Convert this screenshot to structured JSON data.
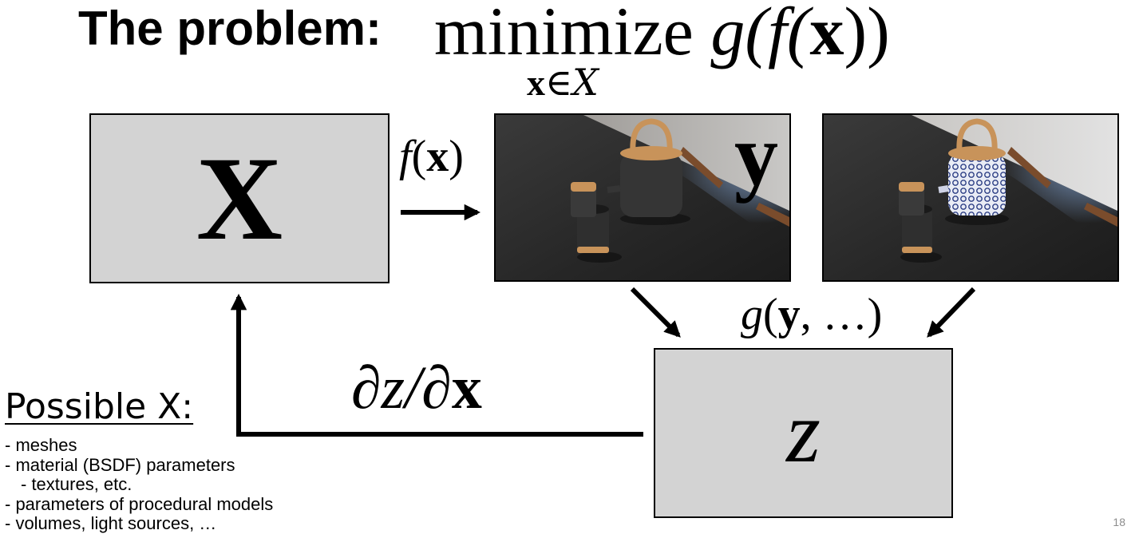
{
  "title": {
    "label": "The problem:",
    "operator": "minimize",
    "objective_prefix": "g(f(",
    "objective_var": "x",
    "objective_suffix": "))",
    "constraint_var": "x",
    "constraint_rel": "∈",
    "constraint_set": "X"
  },
  "input_box": {
    "label": "X"
  },
  "forward_map": {
    "func": "f",
    "open": "(",
    "var": "x",
    "close": ")"
  },
  "renders": {
    "label": "y"
  },
  "loss_map": {
    "func": "g",
    "open": "(",
    "var": "y",
    "rest": ", …)"
  },
  "output_box": {
    "label": "z"
  },
  "gradient": {
    "num": "∂z/∂",
    "den_var": "x"
  },
  "possible": {
    "heading": "Possible X:",
    "items": [
      "- meshes",
      "- material (BSDF) parameters",
      "- textures, etc.",
      "- parameters of procedural models",
      "- volumes, light sources, …"
    ]
  },
  "page_number": "18",
  "colors": {
    "box_fill": "#d3d3d3",
    "stroke": "#000000",
    "table": "#2b2b2b",
    "wall": "#aaaaaa"
  }
}
